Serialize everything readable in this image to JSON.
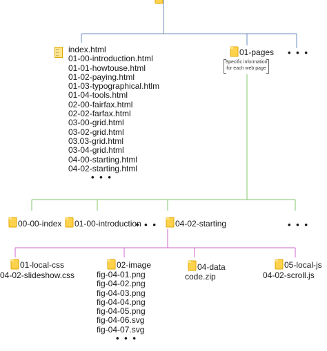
{
  "root": {
    "files": [
      "index.html",
      "01-00-introduction.html",
      "01-01-howtouse.html",
      "01-02-paying.html",
      "01-03-typographical.htlm",
      "01-04-tools.html",
      "02-00-fairfax.html",
      "02-02-farfax.html",
      "03-00-grid.html",
      "03-02-grid.html",
      "03.03-grid.html",
      "03-04-grid.html",
      "04-00-starting.html",
      "04-02-starting.html"
    ],
    "files_more": "• • •",
    "pages_folder": "01-pages",
    "pages_note_line1": "Specific information",
    "pages_note_line2": "for each web page",
    "top_more": "• • •"
  },
  "pages": {
    "folders": [
      "00-00-index",
      "01-00-introduction",
      "04-02-starting"
    ],
    "more_mid": "• • •",
    "more_right": "• • •"
  },
  "starting": {
    "css_folder": "01-local-css",
    "css_file": "04-02-slideshow.css",
    "image_folder": "02-image",
    "image_files": [
      "fig-04-01.png",
      "fig-04-02.png",
      "fig-04-03.png",
      "fig-04-04.png",
      "fig-04-05.png",
      "fig-04-06.svg",
      "fig-04-07.svg"
    ],
    "image_more": "• • •",
    "data_folder": "04-data",
    "data_file": "code.zip",
    "js_folder": "05-local-js",
    "js_file": "04-02-scroll.js"
  },
  "colors": {
    "level1_lines": "#6c8ebf",
    "level2_lines": "#82c76a",
    "level3_lines": "#cc66cc",
    "folder_fill": "#ffd24d",
    "folder_edge": "#e0a800"
  }
}
